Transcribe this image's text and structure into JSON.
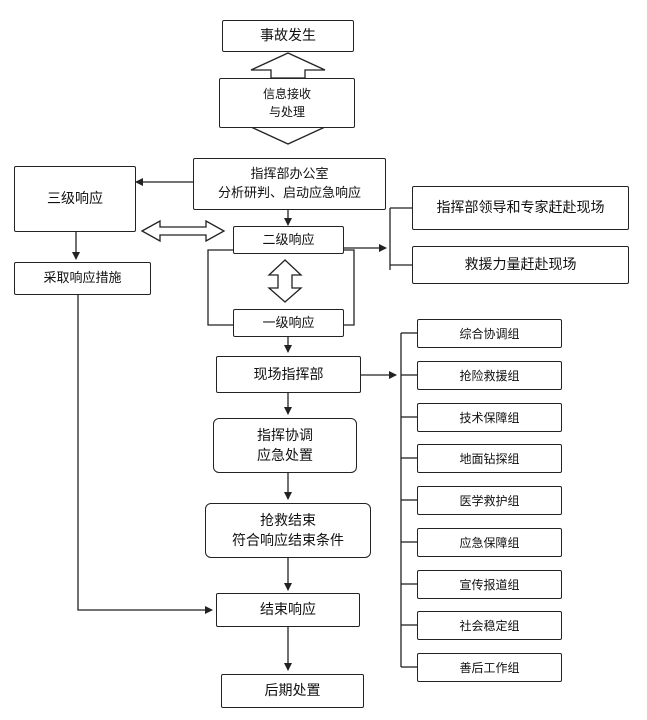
{
  "nodes": {
    "accident": "事故发生",
    "info_line1": "信息接收",
    "info_line2": "与处理",
    "office_line1": "指挥部办公室",
    "office_line2": "分析研判、启动应急响应",
    "level3": "三级响应",
    "measures": "采取响应措施",
    "level2": "二级响应",
    "level1": "一级响应",
    "leaders": "指挥部领导和专家赶赴现场",
    "rescue_force": "救援力量赶赴现场",
    "site_hq": "现场指挥部",
    "coord_line1": "指挥协调",
    "coord_line2": "应急处置",
    "end_rescue_line1": "抢救结束",
    "end_rescue_line2": "符合响应结束条件",
    "end_response": "结束响应",
    "aftermath": "后期处置"
  },
  "groups": [
    "综合协调组",
    "抢险救援组",
    "技术保障组",
    "地面钻探组",
    "医学救护组",
    "应急保障组",
    "宣传报道组",
    "社会稳定组",
    "善后工作组"
  ]
}
